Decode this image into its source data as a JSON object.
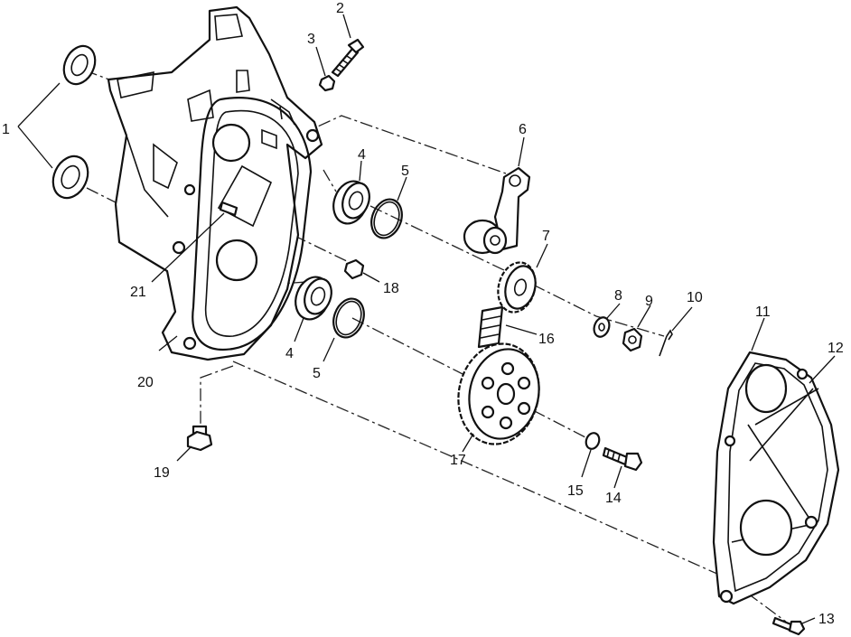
{
  "callouts": [
    {
      "id": "c1",
      "text": "1"
    },
    {
      "id": "c2",
      "text": "2"
    },
    {
      "id": "c3",
      "text": "3"
    },
    {
      "id": "c4a",
      "text": "4"
    },
    {
      "id": "c4b",
      "text": "4"
    },
    {
      "id": "c5a",
      "text": "5"
    },
    {
      "id": "c5b",
      "text": "5"
    },
    {
      "id": "c6",
      "text": "6"
    },
    {
      "id": "c7",
      "text": "7"
    },
    {
      "id": "c8",
      "text": "8"
    },
    {
      "id": "c9",
      "text": "9"
    },
    {
      "id": "c10",
      "text": "10"
    },
    {
      "id": "c11",
      "text": "11"
    },
    {
      "id": "c12",
      "text": "12"
    },
    {
      "id": "c13",
      "text": "13"
    },
    {
      "id": "c14",
      "text": "14"
    },
    {
      "id": "c15",
      "text": "15"
    },
    {
      "id": "c16",
      "text": "16"
    },
    {
      "id": "c17",
      "text": "17"
    },
    {
      "id": "c18",
      "text": "18"
    },
    {
      "id": "c19",
      "text": "19"
    },
    {
      "id": "c20",
      "text": "20"
    },
    {
      "id": "c21",
      "text": "21"
    }
  ]
}
